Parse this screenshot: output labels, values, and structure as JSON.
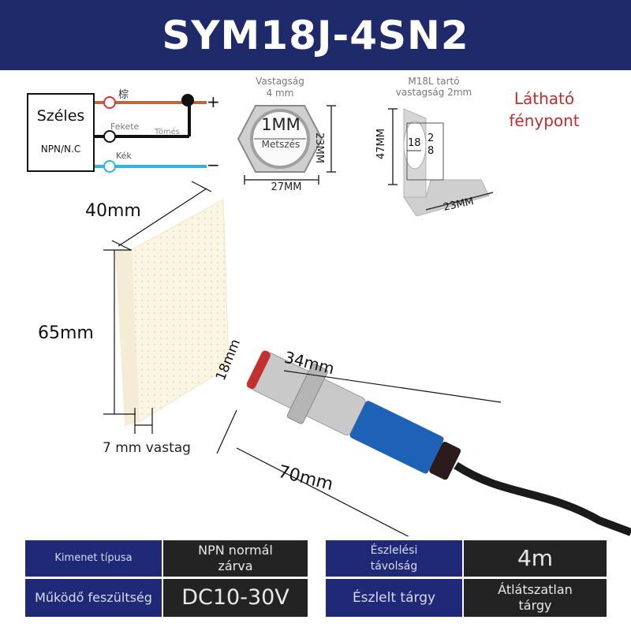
{
  "header": {
    "title": "SYM18J-4SN2"
  },
  "wiring": {
    "box_title": "Széles",
    "box_subtitle": "NPN/N.C",
    "wires": [
      {
        "label": "棕",
        "color": "#b86a3a",
        "terminal": "+"
      },
      {
        "label": "Fekete",
        "color": "#111111",
        "overlay_text": "Tömés"
      },
      {
        "label": "Kék",
        "color": "#2bb5e6",
        "terminal": "−"
      }
    ],
    "plus": "+",
    "minus": "−"
  },
  "nut": {
    "caption_line1": "Vastagság",
    "caption_line2": "4 mm",
    "thread_label": "1MM",
    "thread_sub": "Metszés",
    "width": "27MM",
    "height": "23MM"
  },
  "bracket": {
    "caption_line1": "M18L tartó",
    "caption_line2": "vastagság 2mm",
    "height": "47MM",
    "hole_w": "18",
    "hole_h_1": "2",
    "hole_h_2": "8",
    "base": "23MM"
  },
  "visible_light": {
    "line1": "Látható",
    "line2": "fénypont"
  },
  "reflector": {
    "width": "40mm",
    "height": "65mm",
    "thickness": "7 mm vastag"
  },
  "sensor": {
    "diameter": "18mm",
    "thread_length": "34mm",
    "total_length": "70mm",
    "body_color": "#1e62b8"
  },
  "specs": [
    {
      "key": "Kimenet típusa",
      "value": "NPN normál zárva"
    },
    {
      "key": "Működő feszültség",
      "value": "DC10-30V"
    },
    {
      "key": "Észlelési távolság",
      "value": "4m"
    },
    {
      "key": "Észlelt tárgy",
      "value": "Átlátszatlan tárgy"
    }
  ],
  "colors": {
    "header_bg": "#1f2a6b",
    "key_bg": "#202878",
    "value_bg": "#232323",
    "accent_red": "#c62c2c"
  }
}
